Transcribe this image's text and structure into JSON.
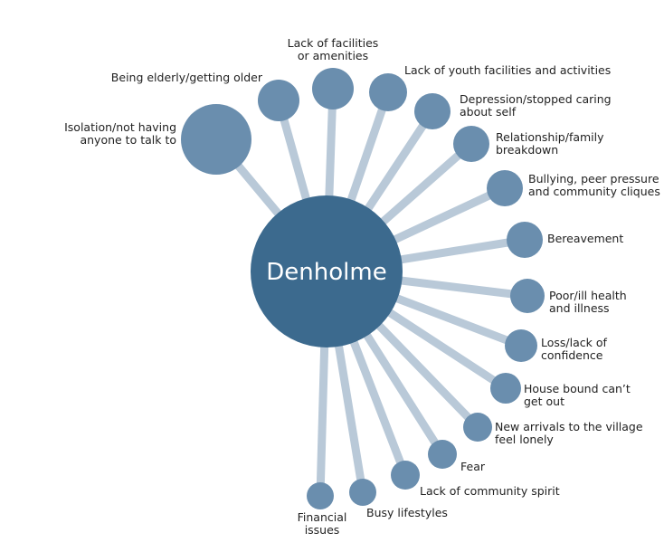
{
  "center": {
    "label": "Denholme"
  },
  "colors": {
    "hub": "#3c6a8e",
    "node": "#6a8eae",
    "spoke": "#b9c9d8",
    "text": "#222222"
  },
  "factors": [
    {
      "id": "isolation",
      "lines": [
        "Isolation/not having",
        "anyone to talk to"
      ]
    },
    {
      "id": "elderly",
      "lines": [
        "Being elderly/getting older"
      ]
    },
    {
      "id": "facilities",
      "lines": [
        "Lack of facilities",
        "or amenities"
      ]
    },
    {
      "id": "youth",
      "lines": [
        "Lack of youth facilities and activities"
      ]
    },
    {
      "id": "depression",
      "lines": [
        "Depression/stopped caring",
        "about self"
      ]
    },
    {
      "id": "relationship",
      "lines": [
        "Relationship/family",
        "breakdown"
      ]
    },
    {
      "id": "bullying",
      "lines": [
        "Bullying, peer pressure",
        "and community cliques"
      ]
    },
    {
      "id": "bereavement",
      "lines": [
        "Bereavement"
      ]
    },
    {
      "id": "health",
      "lines": [
        "Poor/ill health",
        "and illness"
      ]
    },
    {
      "id": "confidence",
      "lines": [
        "Loss/lack of",
        "confidence"
      ]
    },
    {
      "id": "housebound",
      "lines": [
        "House bound can’t",
        "get out"
      ]
    },
    {
      "id": "new-arrivals",
      "lines": [
        "New arrivals to the village",
        "feel lonely"
      ]
    },
    {
      "id": "fear",
      "lines": [
        "Fear"
      ]
    },
    {
      "id": "community",
      "lines": [
        "Lack of community spirit"
      ]
    },
    {
      "id": "busy",
      "lines": [
        "Busy lifestyles"
      ]
    },
    {
      "id": "financial",
      "lines": [
        "Financial",
        "issues"
      ]
    }
  ]
}
